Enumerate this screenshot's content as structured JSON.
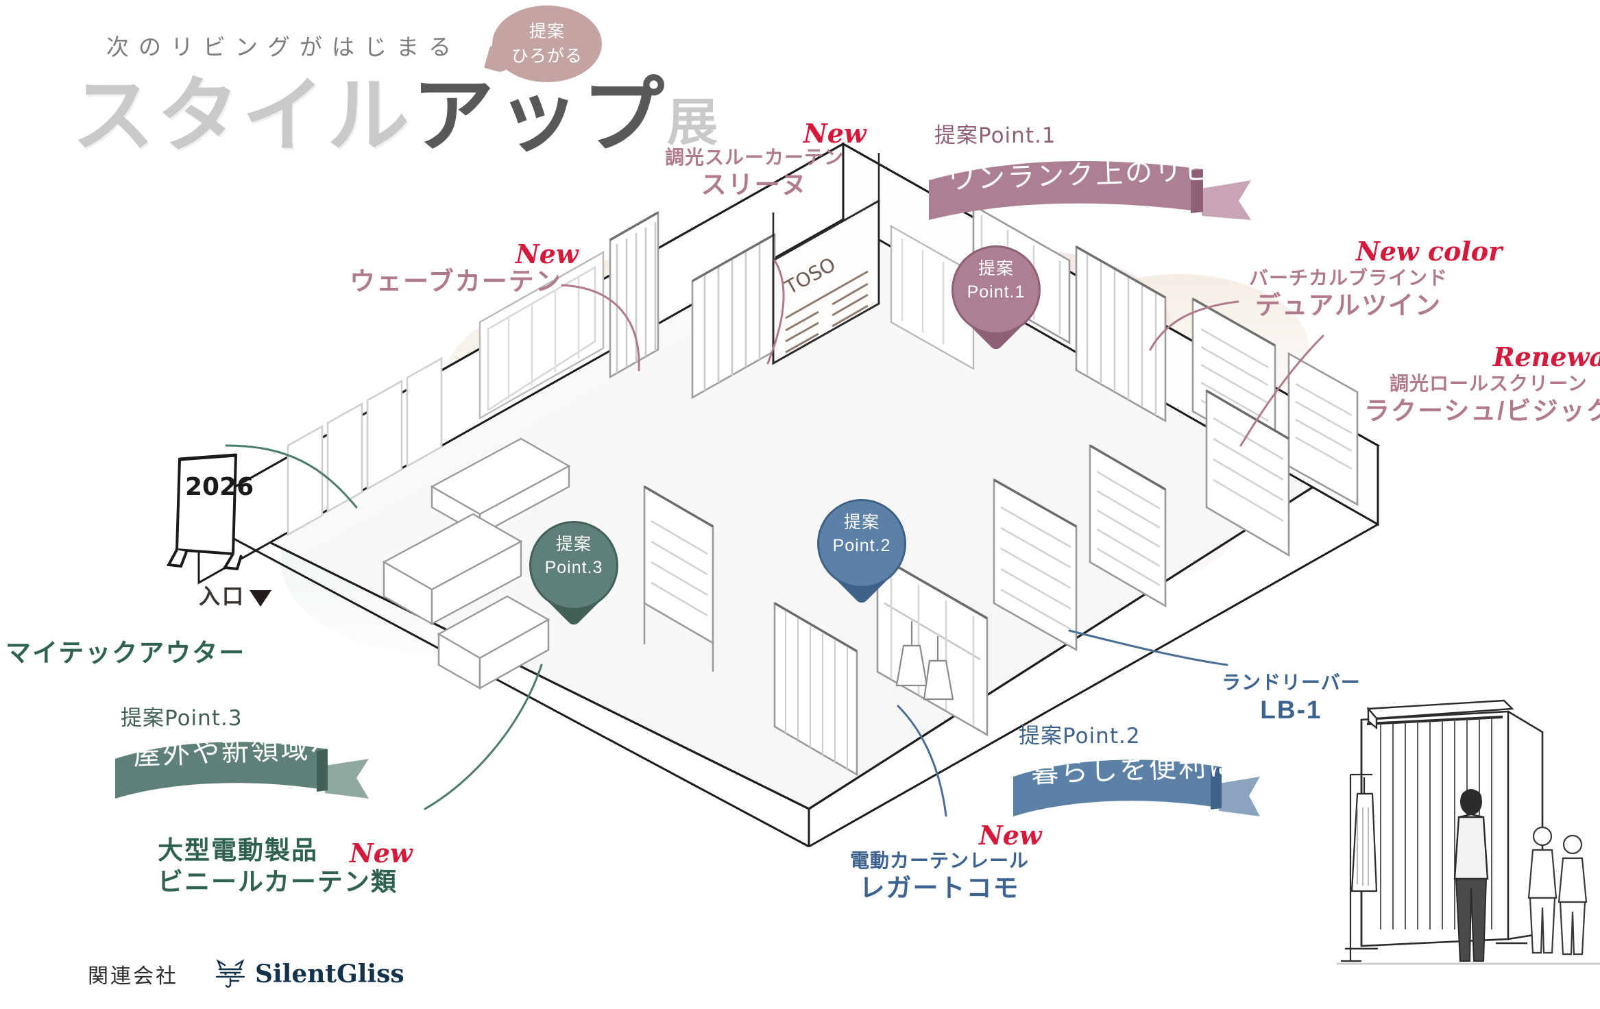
{
  "header": {
    "kicker": "次のリビングがはじまる",
    "title_light_1": "スタイル",
    "title_dark": "アップ",
    "title_light_2": "展",
    "badge_line1": "提案",
    "badge_line2": "ひろがる"
  },
  "entrance": {
    "label": "入口",
    "sign_year": "2026"
  },
  "scene": {
    "booth_sign_text": "TOSO"
  },
  "new_tags": {
    "new": "New",
    "new_color": "New color",
    "renewal": "Renewal"
  },
  "products": [
    {
      "id": "wave-curtain",
      "tag": "New",
      "category": "ウェーブカーテン",
      "name": "",
      "color": "#b0798c"
    },
    {
      "id": "threene",
      "tag": "New",
      "category": "調光スルーカーテン",
      "name": "スリーヌ",
      "color": "#b0798c"
    },
    {
      "id": "dual-twin",
      "tag": "New color",
      "category": "バーチカルブラインド",
      "name": "デュアルツイン",
      "color": "#b0798c"
    },
    {
      "id": "racuche-visic",
      "tag": "Renewal",
      "category": "調光ロールスクリーン",
      "name": "ラクーシュ/ビジック",
      "color": "#b0798c"
    },
    {
      "id": "laundry-bar",
      "tag": "",
      "category": "ランドリーバー",
      "name": "LB-1",
      "color": "#3c6290"
    },
    {
      "id": "legato-como",
      "tag": "New",
      "category": "電動カーテンレール",
      "name": "レガートコモ",
      "color": "#3c6290"
    },
    {
      "id": "vinyl-curtain",
      "tag": "New",
      "category": "大型電動製品",
      "name": "ビニールカーテン類",
      "color": "#2f6152"
    },
    {
      "id": "mytech-outer",
      "tag": "",
      "category": "マイテックアウター",
      "name": "",
      "color": "#2f6152"
    }
  ],
  "points": [
    {
      "id": "point-1",
      "pin_line1": "提案",
      "pin_line2": "Point.1",
      "ribbon_top": "提案Point.1",
      "ribbon_text": "ワンランク上のリビングへ",
      "color": "#ad7f93",
      "color_dark": "#8e5f75"
    },
    {
      "id": "point-2",
      "pin_line1": "提案",
      "pin_line2": "Point.2",
      "ribbon_top": "提案Point.2",
      "ribbon_text": "暮らしを便利に",
      "color": "#5b81a6",
      "color_dark": "#3f6289"
    },
    {
      "id": "point-3",
      "pin_line1": "提案",
      "pin_line2": "Point.3",
      "ribbon_top": "提案Point.3",
      "ribbon_text": "屋外や新領域へ",
      "color": "#5f8078",
      "color_dark": "#436058"
    }
  ],
  "footer": {
    "affiliate_label": "関連会社",
    "brand": "SilentGliss"
  }
}
